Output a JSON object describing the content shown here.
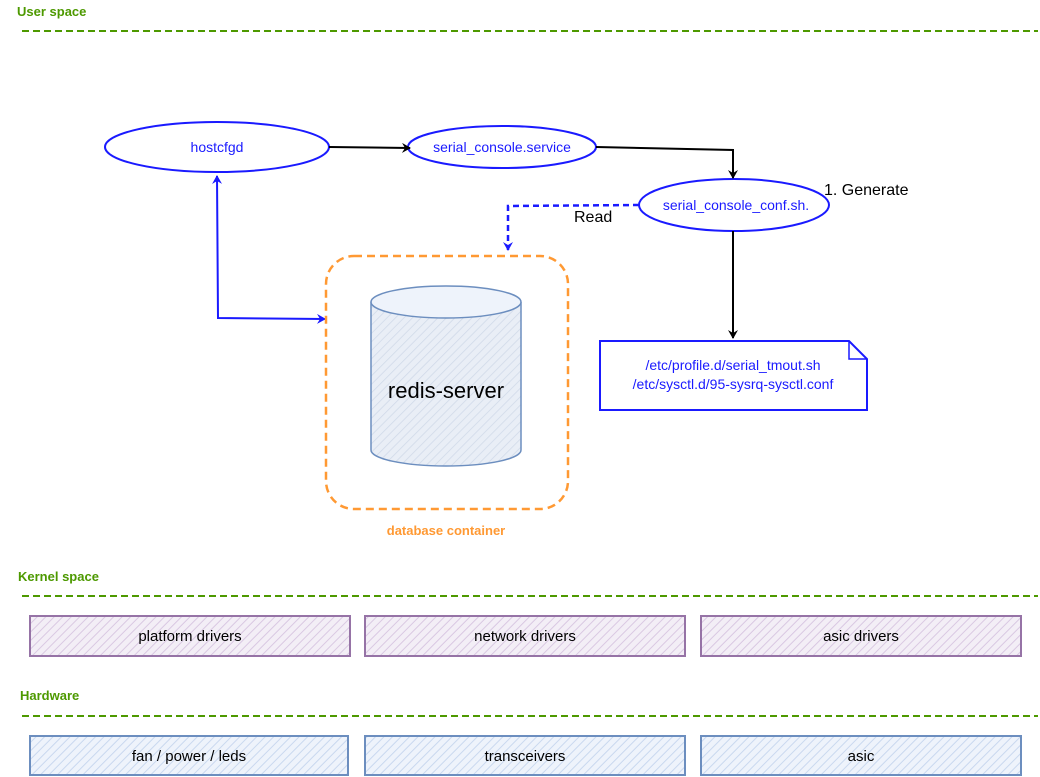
{
  "sections": {
    "user_space": "User space",
    "kernel_space": "Kernel space",
    "hardware": "Hardware"
  },
  "nodes": {
    "hostcfgd": "hostcfgd",
    "serial_console_service": "serial_console.service",
    "serial_console_conf": "serial_console_conf.sh.",
    "redis_server": "redis-server",
    "database_container": "database container",
    "config_files": [
      "/etc/profile.d/serial_tmout.sh",
      "/etc/sysctl.d/95-sysrq-sysctl.conf"
    ]
  },
  "edge_labels": {
    "generate": "1. Generate",
    "read": "Read"
  },
  "kernel_boxes": [
    "platform drivers",
    "network drivers",
    "asic drivers"
  ],
  "hardware_boxes": [
    "fan / power / leds",
    "transceivers",
    "asic"
  ],
  "colors": {
    "section_green": "#4d9900",
    "dash_green": "#4d9900",
    "blue": "#1a1aff",
    "orange": "#ff9933",
    "purple": "#9673a6",
    "steel_blue": "#6c8ebf",
    "black": "#000000"
  }
}
